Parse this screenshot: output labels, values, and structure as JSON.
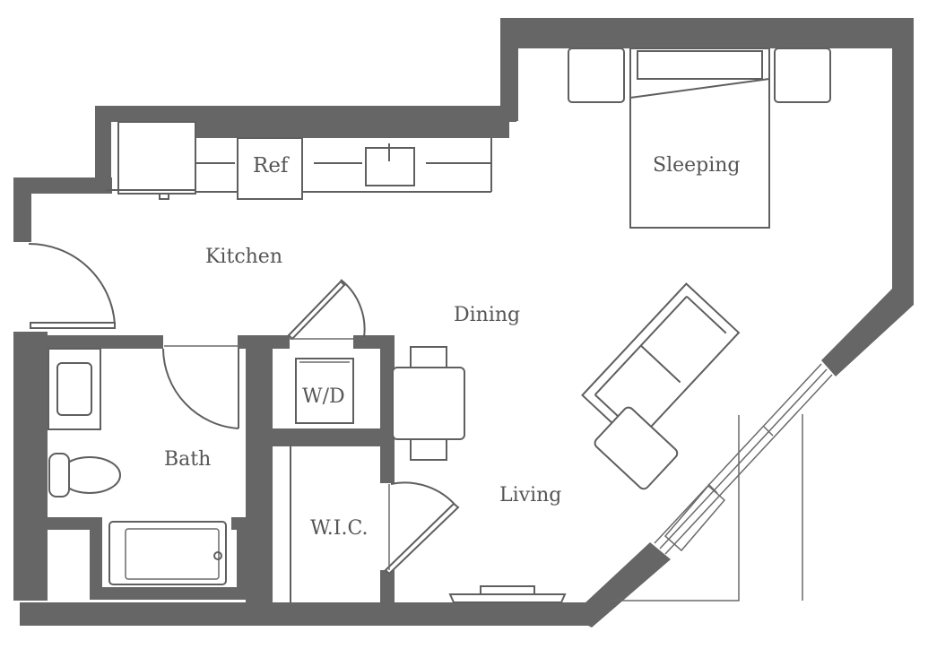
{
  "floorplan": {
    "wall_color": "#666666",
    "line_color": "#5f5f5f",
    "rooms": [
      {
        "id": "kitchen",
        "label": "Kitchen"
      },
      {
        "id": "ref",
        "label": "Ref"
      },
      {
        "id": "sleeping",
        "label": "Sleeping"
      },
      {
        "id": "dining",
        "label": "Dining"
      },
      {
        "id": "living",
        "label": "Living"
      },
      {
        "id": "bath",
        "label": "Bath"
      },
      {
        "id": "wd",
        "label": "W/D"
      },
      {
        "id": "wic",
        "label": "W.I.C."
      }
    ]
  }
}
